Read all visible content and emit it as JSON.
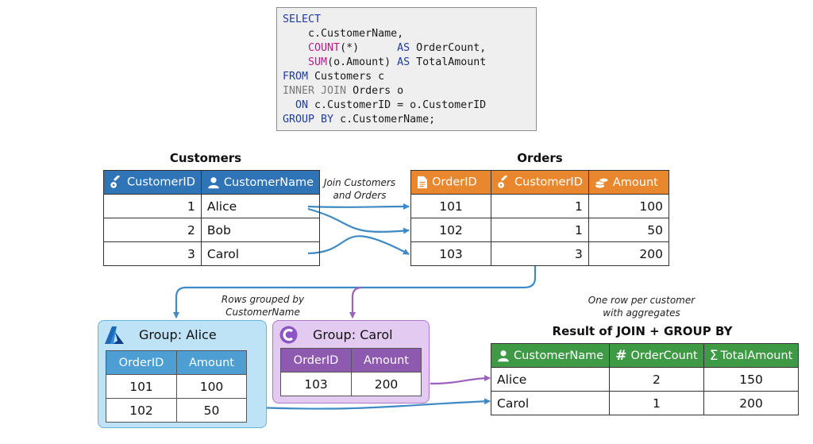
{
  "sql": {
    "select": "SELECT",
    "col1": "c.CustomerName,",
    "count_fn": "COUNT",
    "count_arg": "(*)",
    "as1": "AS",
    "alias1": "OrderCount,",
    "sum_fn": "SUM",
    "sum_arg": "(o.Amount)",
    "as2": "AS",
    "alias2": "TotalAmount",
    "from_kw": "FROM",
    "from_rest": "Customers c",
    "join_kw": "INNER JOIN",
    "join_rest": "Orders o",
    "on_kw": "ON",
    "on_rest": "c.CustomerID = o.CustomerID",
    "group_kw": "GROUP BY",
    "group_rest": "c.CustomerName;"
  },
  "customers": {
    "title": "Customers",
    "headers": [
      "CustomerID",
      "CustomerName"
    ],
    "rows": [
      [
        "1",
        "Alice"
      ],
      [
        "2",
        "Bob"
      ],
      [
        "3",
        "Carol"
      ]
    ]
  },
  "orders": {
    "title": "Orders",
    "headers": [
      "OrderID",
      "CustomerID",
      "Amount"
    ],
    "rows": [
      [
        "101",
        "1",
        "100"
      ],
      [
        "102",
        "1",
        "50"
      ],
      [
        "103",
        "3",
        "200"
      ]
    ]
  },
  "notes": {
    "join": [
      "Join Customers",
      "and Orders"
    ],
    "grouped": [
      "Rows grouped by",
      "CustomerName"
    ],
    "one_row": [
      "One row per customer",
      "with aggregates"
    ]
  },
  "groups": {
    "alice": {
      "title": "Group: Alice",
      "headers": [
        "OrderID",
        "Amount"
      ],
      "rows": [
        [
          "101",
          "100"
        ],
        [
          "102",
          "50"
        ]
      ]
    },
    "carol": {
      "title": "Group: Carol",
      "headers": [
        "OrderID",
        "Amount"
      ],
      "rows": [
        [
          "103",
          "200"
        ]
      ]
    }
  },
  "result": {
    "title": "Result of JOIN + GROUP BY",
    "headers": [
      "CustomerName",
      "OrderCount",
      "TotalAmount"
    ],
    "rows": [
      [
        "Alice",
        "2",
        "150"
      ],
      [
        "Carol",
        "1",
        "200"
      ]
    ]
  },
  "colors": {
    "customers_header": "#2f74b7",
    "orders_header": "#e8872d",
    "result_header": "#3e9a45",
    "group_alice": "#bfe3f6",
    "group_carol": "#e3caf0",
    "arrow_blue": "#3f8ac4",
    "arrow_purple": "#9a62bd"
  },
  "icons": [
    "key-icon",
    "user-icon",
    "document-icon",
    "coins-icon",
    "azure-logo-icon",
    "c-logo-icon",
    "hash-icon",
    "sigma-icon"
  ]
}
